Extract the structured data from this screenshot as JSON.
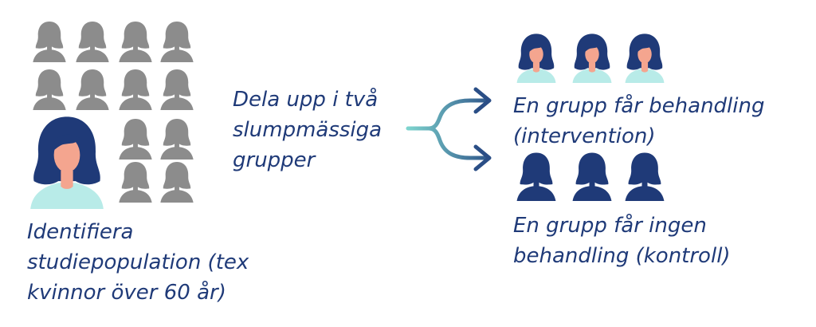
{
  "left_label": [
    "Identifiera",
    "studiepopulation (tex",
    "kvinnor över 60 år)"
  ],
  "middle_label": [
    "Dela upp i två",
    "slumpmässiga",
    "grupper"
  ],
  "intervention_label": [
    "En grupp får behandling",
    "(intervention)"
  ],
  "control_label": [
    "En grupp får ingen",
    "behandling (kontroll)"
  ],
  "colors": {
    "text": "#1f3a78",
    "grey_person": "#8c8c8c",
    "hair_blue": "#1f3a78",
    "skin": "#f4a58f",
    "shirt": "#b8ebe8",
    "arrow_start": "#7fd6cf",
    "arrow_end": "#2a4e86"
  },
  "icons": {
    "population": "woman-silhouette-icon",
    "selected": "woman-portrait-icon",
    "treated": "woman-portrait-icon",
    "control": "woman-silhouette-icon",
    "split": "split-arrow-icon"
  }
}
